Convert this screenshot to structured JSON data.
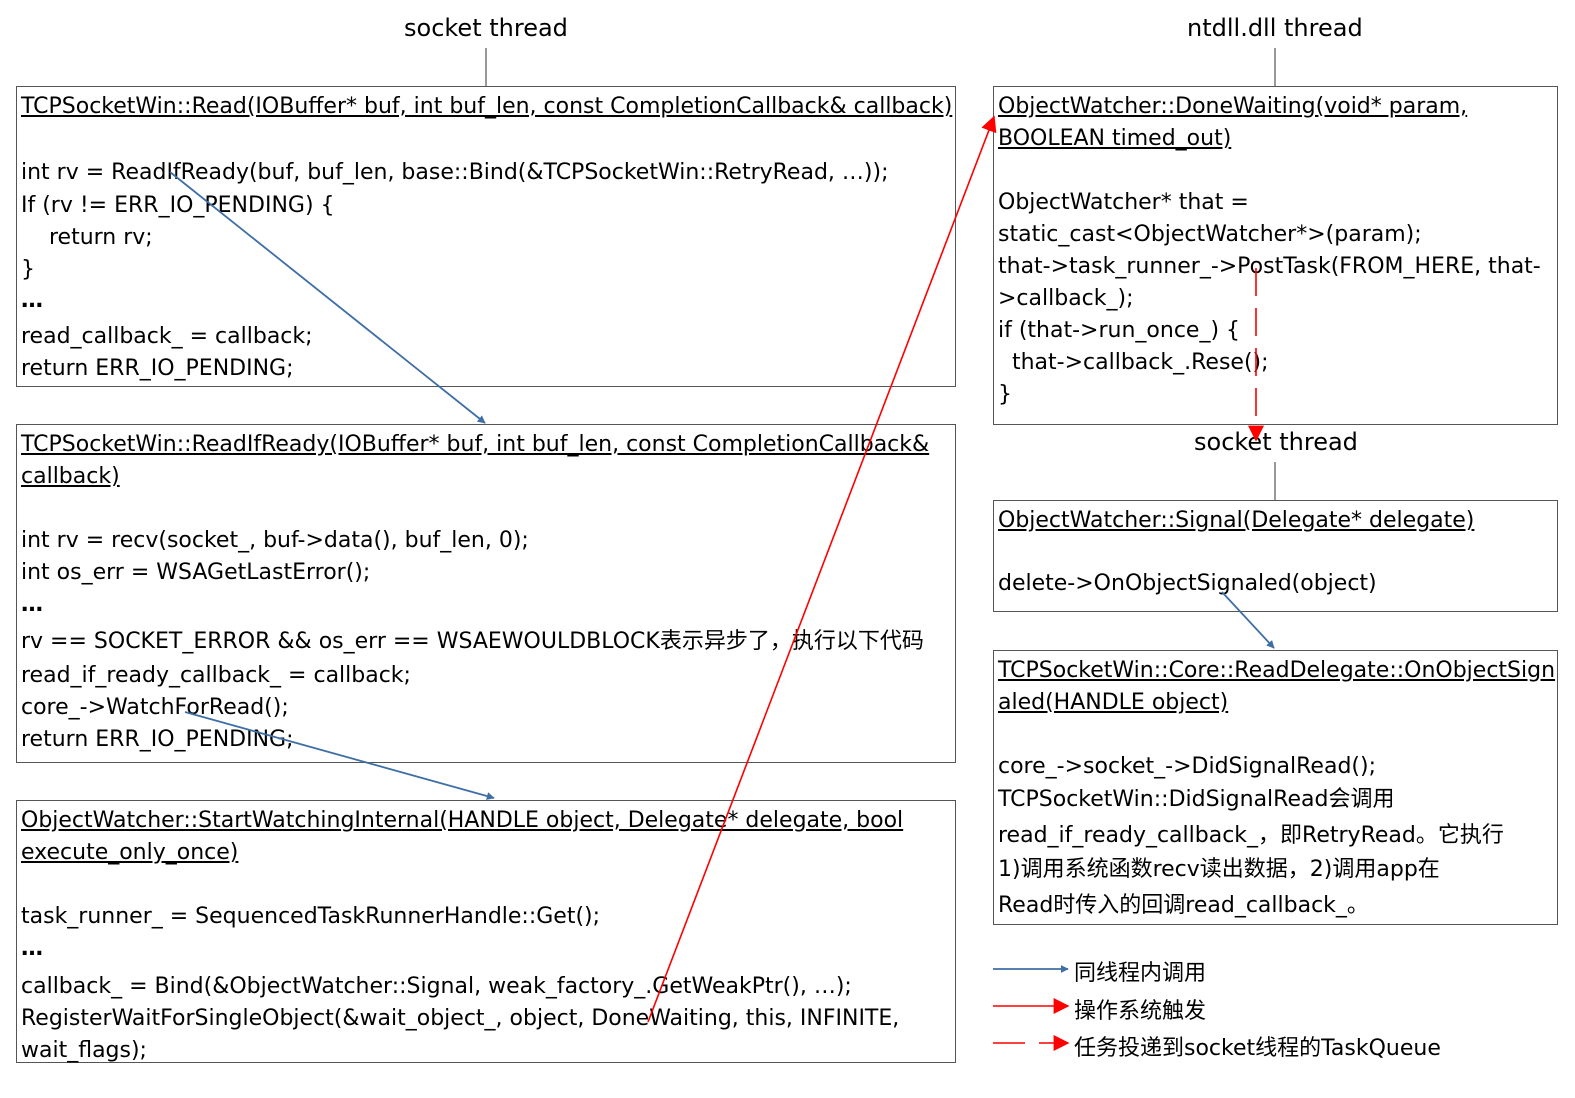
{
  "headers": {
    "left_thread": "socket thread",
    "right_thread": "ntdll.dll thread",
    "mid_thread": "socket thread"
  },
  "box_read": {
    "title": "TCPSocketWin::Read(IOBuffer* buf, int buf_len, const CompletionCallback& callback)",
    "lines": [
      "int rv = ReadIfReady(buf, buf_len, base::Bind(&TCPSocketWin::RetryRead, …));",
      "If (rv != ERR_IO_PENDING) {",
      "    return rv;",
      "}",
      "…",
      "read_callback_ = callback;",
      "return ERR_IO_PENDING;"
    ]
  },
  "box_readifready": {
    "title_line1": "TCPSocketWin::ReadIfReady(IOBuffer* buf, int buf_len, const CompletionCallback&",
    "title_line2": "callback)",
    "lines": [
      "int rv = recv(socket_, buf->data(), buf_len, 0);",
      "int os_err = WSAGetLastError();",
      "…",
      "rv == SOCKET_ERROR && os_err == WSAEWOULDBLOCK表示异步了，执行以下代码",
      "read_if_ready_callback_ = callback;",
      "core_->WatchForRead();",
      "return ERR_IO_PENDING;"
    ]
  },
  "box_startwatching": {
    "title_line1": "ObjectWatcher::StartWatchingInternal(HANDLE object, Delegate* delegate, bool",
    "title_line2": "execute_only_once)",
    "lines": [
      "task_runner_ = SequencedTaskRunnerHandle::Get();",
      "…",
      "callback_ = Bind(&ObjectWatcher::Signal, weak_factory_.GetWeakPtr(), …);",
      "RegisterWaitForSingleObject(&wait_object_, object, DoneWaiting, this, INFINITE,",
      "wait_flags);"
    ]
  },
  "box_donewaiting": {
    "title_line1": "ObjectWatcher::DoneWaiting(void* param,",
    "title_line2": "BOOLEAN timed_out)",
    "lines": [
      "ObjectWatcher* that =",
      "static_cast<ObjectWatcher*>(param);",
      "that->task_runner_->PostTask(FROM_HERE, that-",
      ">callback_);",
      "if (that->run_once_) {",
      "  that->callback_.Rese();",
      "}"
    ]
  },
  "box_signal": {
    "title": "ObjectWatcher::Signal(Delegate* delegate)",
    "lines": [
      "delete->OnObjectSignaled(object)"
    ]
  },
  "box_onobjectsignaled": {
    "title_line1": "TCPSocketWin::Core::ReadDelegate::OnObjectSign",
    "title_line2": "aled(HANDLE object)",
    "lines": [
      "core_->socket_->DidSignalRead();",
      "TCPSocketWin::DidSignalRead会调用",
      "read_if_ready_callback_，即RetryRead。它执行",
      "1)调用系统函数recv读出数据，2)调用app在",
      "Read时传入的回调read_callback_。"
    ]
  },
  "legend": {
    "same_thread": "同线程内调用",
    "os_trigger": "操作系统触发",
    "post_task": "任务投递到socket线程的TaskQueue"
  },
  "colors": {
    "blue_arrow": "#3f6ea6",
    "red_arrow": "#ff0000",
    "box_border": "#555555"
  }
}
